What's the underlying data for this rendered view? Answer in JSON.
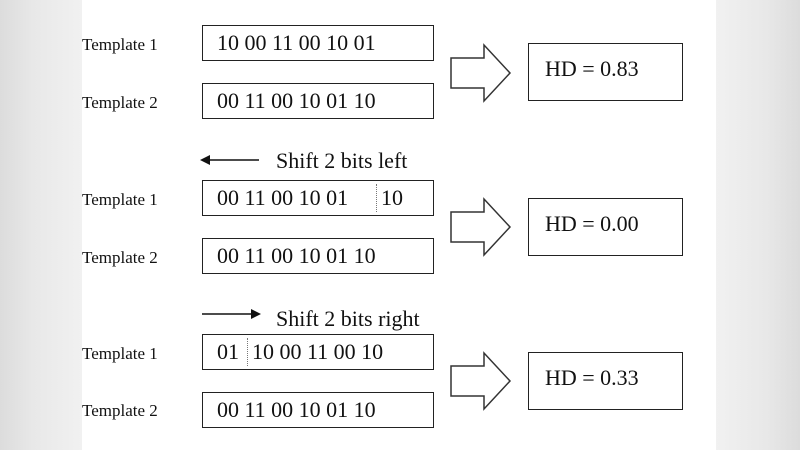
{
  "template1_label": "Template 1",
  "template2_label": "Template 2",
  "rows": [
    {
      "t1": "10 00 11 00 10 01",
      "t2": "00 11 00 10 01 10",
      "hd": "HD = 0.83"
    },
    {
      "shift": "Shift 2 bits left",
      "shift_direction": "left",
      "t1_main": "00 11 00 10 01",
      "t1_wrapped": "10",
      "t2": "00 11 00 10 01 10",
      "hd": "HD = 0.00"
    },
    {
      "shift": "Shift 2 bits right",
      "shift_direction": "right",
      "t1_wrapped": "01",
      "t1_main": "10 00 11 00 10",
      "t2": "00 11 00 10 01 10",
      "hd": "HD = 0.33"
    }
  ],
  "icons": {
    "result_arrow": "hollow-right-arrow-icon",
    "shift_left_arrow": "left-arrow-icon",
    "shift_right_arrow": "right-arrow-icon"
  }
}
